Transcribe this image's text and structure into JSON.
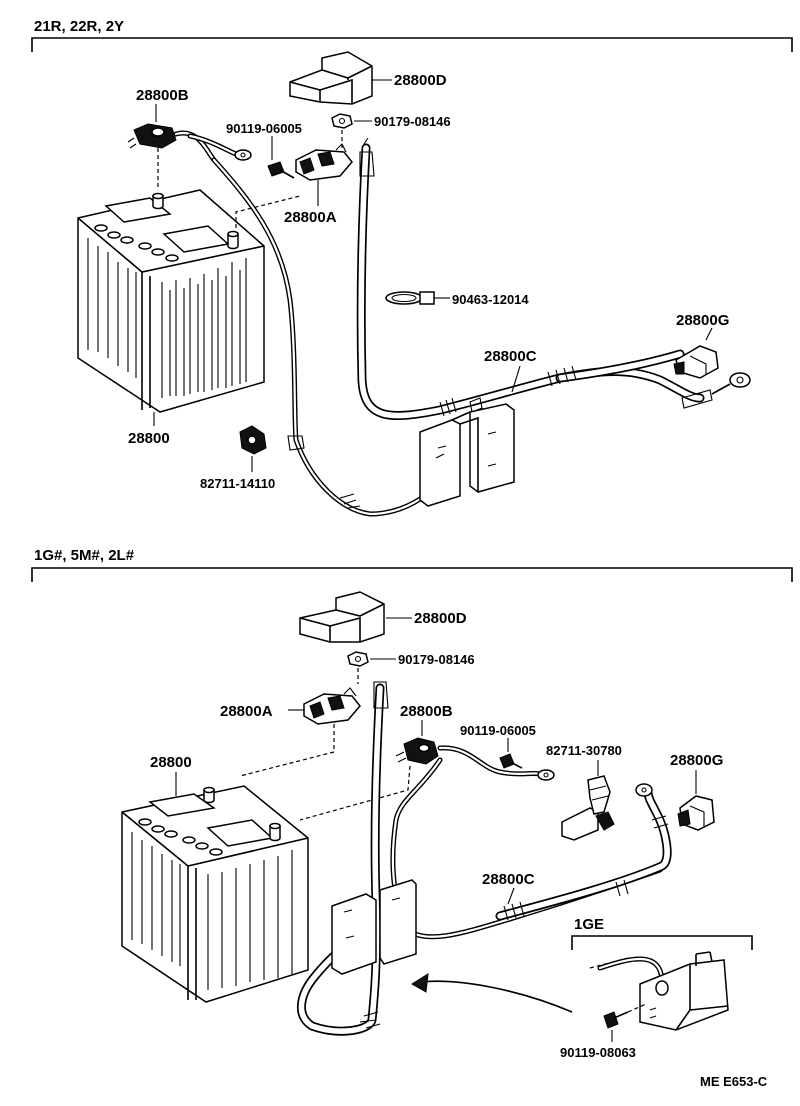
{
  "sections": [
    {
      "header": "21R, 22R, 2Y",
      "labels": {
        "p28800B": "28800B",
        "p90119": "90119-06005",
        "p28800D": "28800D",
        "p90179": "90179-08146",
        "p28800A": "28800A",
        "p90463": "90463-12014",
        "p28800G": "28800G",
        "p28800C": "28800C",
        "p28800": "28800",
        "p82711": "82711-14110"
      }
    },
    {
      "header": "1G#, 5M#, 2L#",
      "labels": {
        "p28800D": "28800D",
        "p90179": "90179-08146",
        "p28800A": "28800A",
        "p28800B": "28800B",
        "p90119": "90119-06005",
        "p82711": "82711-30780",
        "p28800G": "28800G",
        "p28800": "28800",
        "p28800C": "28800C",
        "inset": "1GE",
        "p90119b": "90119-08063"
      }
    }
  ],
  "footer": "ME E653-C"
}
